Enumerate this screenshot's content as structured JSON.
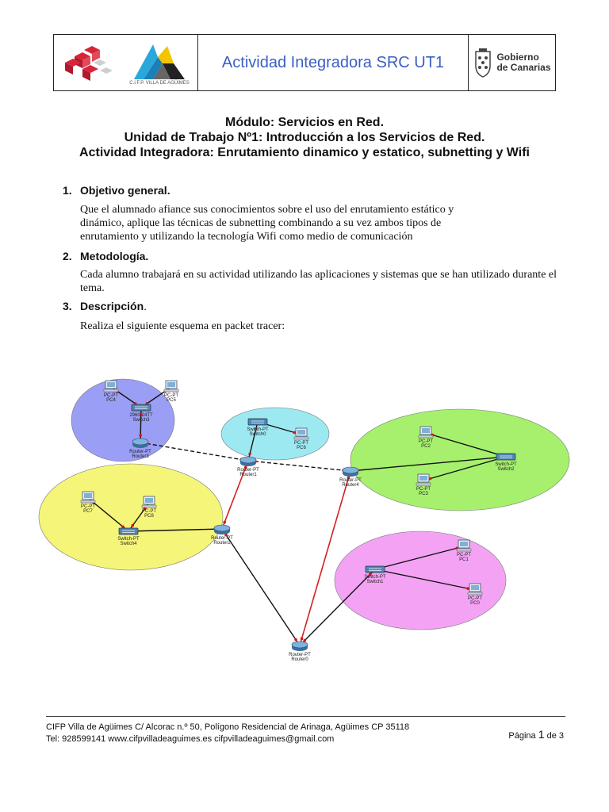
{
  "header": {
    "title": "Actividad Integradora SRC UT1",
    "school_logo_caption": "C.I.F.P. VILLA DE AGÜIMES",
    "gov_line1": "Gobierno",
    "gov_line2": "de Canarias"
  },
  "titles": {
    "modulo": "Módulo: Servicios en Red.",
    "unidad": "Unidad de Trabajo Nº1: Introducción a los Servicios de Red.",
    "actividad": "Actividad Integradora: Enrutamiento dinamico y estatico, subnetting y Wifi"
  },
  "sections": [
    {
      "num": "1.",
      "title": "Objetivo general.",
      "text": "Que el alumnado afiance sus conocimientos sobre el uso del enrutamiento estático y dinámico, aplique las técnicas de subnetting combinando a su vez ambos tipos de enrutamiento y utilizando la tecnología Wifi como medio de comunicación"
    },
    {
      "num": "2.",
      "title": "Metodología.",
      "text": "Cada alumno trabajará en su actividad utilizando las aplicaciones y sistemas que se han utilizado durante el tema."
    },
    {
      "num": "3.",
      "title": "Descripción",
      "title_suffix": ".",
      "text": "Realiza el siguiente esquema en packet tracer:"
    }
  ],
  "diagram": {
    "nodes": [
      {
        "id": "pc4",
        "type": "pc",
        "line1": "PC-PT",
        "line2": "PC4"
      },
      {
        "id": "pc5",
        "type": "pc",
        "line1": "PC-PT",
        "line2": "PC5"
      },
      {
        "id": "switch3",
        "type": "switch",
        "line1": "2960-24TT",
        "line2": "Switch3"
      },
      {
        "id": "router3",
        "type": "router",
        "line1": "Router-PT",
        "line2": "Router3"
      },
      {
        "id": "switch0",
        "type": "switch",
        "line1": "Switch-PT",
        "line2": "Switch0"
      },
      {
        "id": "pc6",
        "type": "pc",
        "line1": "PC-PT",
        "line2": "PC6"
      },
      {
        "id": "router1",
        "type": "router",
        "line1": "Router-PT",
        "line2": "Router1"
      },
      {
        "id": "pc2",
        "type": "pc",
        "line1": "PC-PT",
        "line2": "PC2"
      },
      {
        "id": "switch2",
        "type": "switch",
        "line1": "Switch-PT",
        "line2": "Switch2"
      },
      {
        "id": "pc3",
        "type": "pc",
        "line1": "PC-PT",
        "line2": "PC3"
      },
      {
        "id": "router4",
        "type": "router",
        "line1": "Router-PT",
        "line2": "Router4"
      },
      {
        "id": "pc7",
        "type": "pc",
        "line1": "PC-PT",
        "line2": "PC7"
      },
      {
        "id": "pc8",
        "type": "pc",
        "line1": "PC-PT",
        "line2": "PC8"
      },
      {
        "id": "switch4",
        "type": "switch",
        "line1": "Switch-PT",
        "line2": "Switch4"
      },
      {
        "id": "router2",
        "type": "router",
        "line1": "Router-PT",
        "line2": "Router2"
      },
      {
        "id": "pc1",
        "type": "pc",
        "line1": "PC-PT",
        "line2": "PC1"
      },
      {
        "id": "switch1",
        "type": "switch",
        "line1": "Switch-PT",
        "line2": "Switch1"
      },
      {
        "id": "pc0",
        "type": "pc",
        "line1": "PC-PT",
        "line2": "PC0"
      },
      {
        "id": "router0",
        "type": "router",
        "line1": "Router-PT",
        "line2": "Router0"
      }
    ],
    "links": [
      {
        "from": "pc4",
        "to": "switch3",
        "style": "solid"
      },
      {
        "from": "pc5",
        "to": "switch3",
        "style": "solid"
      },
      {
        "from": "switch3",
        "to": "router3",
        "style": "solid"
      },
      {
        "from": "router3",
        "to": "router1",
        "style": "dashed"
      },
      {
        "from": "switch0",
        "to": "pc6",
        "style": "solid"
      },
      {
        "from": "switch0",
        "to": "router1",
        "style": "solid"
      },
      {
        "from": "router1",
        "to": "router4",
        "style": "dashed"
      },
      {
        "from": "router4",
        "to": "switch2",
        "style": "solid"
      },
      {
        "from": "pc2",
        "to": "switch2",
        "style": "solid"
      },
      {
        "from": "pc3",
        "to": "switch2",
        "style": "solid"
      },
      {
        "from": "pc7",
        "to": "switch4",
        "style": "solid"
      },
      {
        "from": "pc8",
        "to": "switch4",
        "style": "solid"
      },
      {
        "from": "switch4",
        "to": "router2",
        "style": "solid"
      },
      {
        "from": "router1",
        "to": "router2",
        "style": "serial"
      },
      {
        "from": "router2",
        "to": "router0",
        "style": "solid"
      },
      {
        "from": "router4",
        "to": "router0",
        "style": "serial"
      },
      {
        "from": "switch1",
        "to": "pc1",
        "style": "solid"
      },
      {
        "from": "switch1",
        "to": "pc0",
        "style": "solid"
      },
      {
        "from": "switch1",
        "to": "router0",
        "style": "solid"
      }
    ]
  },
  "footer": {
    "address": "CIFP Villa de Agüimes C/ Alcorac n.º 50, Polígono Residencial de Arinaga, Agüimes CP 35118",
    "contact": "Tel: 928599141  www.cifpvilladeaguimes.es  cifpvilladeaguimes@gmail.com",
    "page_prefix": "Página",
    "page_current": "1",
    "page_suffix": "de 3"
  },
  "colors": {
    "title_blue": "#3b5fc4",
    "zone_router3": "#9a9ef5",
    "zone_router1": "#9de9f2",
    "zone_router4": "#a6f06e",
    "zone_router2": "#f5f57a",
    "zone_router0": "#f4a3f4",
    "serial_link": "#d42020"
  }
}
